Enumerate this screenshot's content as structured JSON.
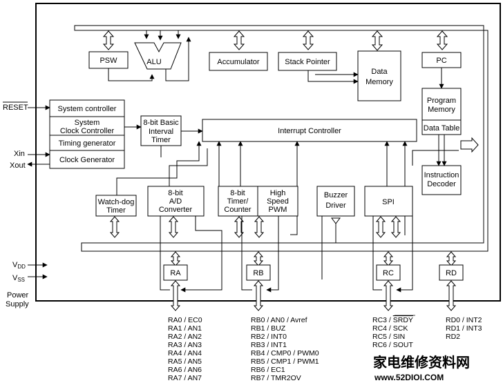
{
  "blocks": {
    "psw": "PSW",
    "alu": "ALU",
    "accumulator": "Accumulator",
    "stack_pointer": "Stack Pointer",
    "data_memory": [
      "Data",
      "Memory"
    ],
    "pc": "PC",
    "program_memory": [
      "Program",
      "Memory"
    ],
    "data_table": "Data Table",
    "instruction_decoder": [
      "Instruction",
      "Decoder"
    ],
    "system_controller": "System controller",
    "system_clock_controller": [
      "System",
      "Clock Controller"
    ],
    "timing_generator": "Timing generator",
    "clock_generator": "Clock Generator",
    "basic_interval_timer": [
      "8-bit Basic",
      "Interval",
      "Timer"
    ],
    "interrupt_controller": "Interrupt Controller",
    "watchdog_timer": [
      "Watch-dog",
      "Timer"
    ],
    "ad_converter": [
      "8-bit",
      "A/D",
      "Converter"
    ],
    "timer_counter": [
      "8-bit",
      "Timer/",
      "Counter"
    ],
    "high_speed_pwm": [
      "High",
      "Speed",
      "PWM"
    ],
    "buzzer_driver": [
      "Buzzer",
      "Driver"
    ],
    "spi": "SPI",
    "port_ra": "RA",
    "port_rb": "RB",
    "port_rc": "RC",
    "port_rd": "RD"
  },
  "signals": {
    "reset": "RESET",
    "xin": "Xin",
    "xout": "Xout",
    "vdd_main": "V",
    "vdd_sub": "DD",
    "vss_main": "V",
    "vss_sub": "SS",
    "power_supply": [
      "Power",
      "Supply"
    ]
  },
  "pins": {
    "ra": [
      "RA0 / EC0",
      "RA1 / AN1",
      "RA2 / AN2",
      "RA3 / AN3",
      "RA4 / AN4",
      "RA5 / AN5",
      "RA6 / AN6",
      "RA7 / AN7"
    ],
    "rb": [
      "RB0 / AN0 / Avref",
      "RB1 / BUZ",
      "RB2 / INT0",
      "RB3 / INT1",
      "RB4 / CMP0 / PWM0",
      "RB5 / CMP1 / PWM1",
      "RB6 / EC1",
      "RB7 / TMR2OV"
    ],
    "rc": [
      {
        "pre": "RC3 / ",
        "over": "SRDY"
      },
      {
        "pre": "RC4 / SCK",
        "over": ""
      },
      {
        "pre": "RC5 / SIN",
        "over": ""
      },
      {
        "pre": "RC6 / SOUT",
        "over": ""
      }
    ],
    "rd": [
      "RD0 / INT2",
      "RD1 / INT3",
      "RD2"
    ]
  },
  "watermark": {
    "cn": "家电维修资料网",
    "url": "www.52DIOI.COM"
  }
}
